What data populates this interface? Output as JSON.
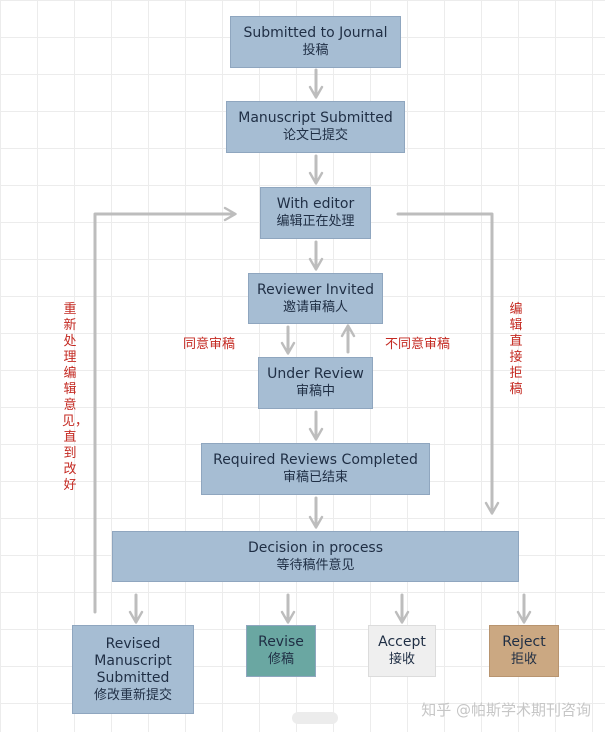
{
  "nodes": {
    "submitted": {
      "en": "Submitted to Journal",
      "zh": "投稿"
    },
    "manuscript": {
      "en": "Manuscript Submitted",
      "zh": "论文已提交"
    },
    "editor": {
      "en": "With editor",
      "zh": "编辑正在处理"
    },
    "invited": {
      "en": "Reviewer Invited",
      "zh": "邀请审稿人"
    },
    "under_review": {
      "en": "Under Review",
      "zh": "审稿中"
    },
    "completed": {
      "en": "Required Reviews Completed",
      "zh": "审稿已结束"
    },
    "decision": {
      "en": "Decision in process",
      "zh": "等待稿件意见"
    },
    "revised": {
      "en1": "Revised",
      "en2": "Manuscript",
      "en3": "Submitted",
      "zh": "修改重新提交"
    },
    "revise": {
      "en": "Revise",
      "zh": "修稿"
    },
    "accept": {
      "en": "Accept",
      "zh": "接收"
    },
    "reject": {
      "en": "Reject",
      "zh": "拒收"
    }
  },
  "labels": {
    "agree": "同意审稿",
    "disagree": "不同意审稿",
    "left_loop": "重新处理编辑意见，直到改好",
    "right_reject": "编辑直接拒稿"
  },
  "watermark": "知乎 @帕斯学术期刊咨询",
  "colors": {
    "box_blue": "#a6bdd3",
    "box_green": "#6aa7a2",
    "box_light": "#efefef",
    "box_tan": "#cba882",
    "arrow": "#bdbdbd",
    "label_red": "#c42a22"
  }
}
